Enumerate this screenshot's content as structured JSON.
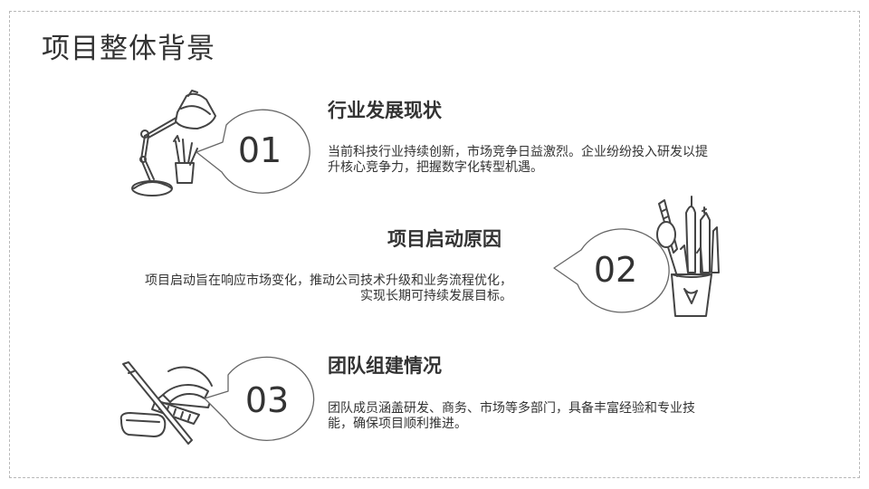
{
  "page": {
    "title": "项目整体背景"
  },
  "sections": [
    {
      "number": "01",
      "title": "行业发展现状",
      "body": "当前科技行业持续创新，市场竞争日益激烈。企业纷纷投入研发以提升核心竞争力，把握数字化转型机遇。",
      "illustration_icon": "desk-lamp-icon"
    },
    {
      "number": "02",
      "title": "项目启动原因",
      "body": "项目启动旨在响应市场变化，推动公司技术升级和业务流程优化，实现长期可持续发展目标。",
      "illustration_icon": "brush-cup-icon"
    },
    {
      "number": "03",
      "title": "团队组建情况",
      "body": "团队成员涵盖研发、商务、市场等多部门，具备丰富经验和专业技能，确保项目顺利推进。",
      "illustration_icon": "stationery-icon"
    }
  ],
  "colors": {
    "text": "#333333",
    "line": "#444444",
    "frame": "#b8b8b8"
  }
}
